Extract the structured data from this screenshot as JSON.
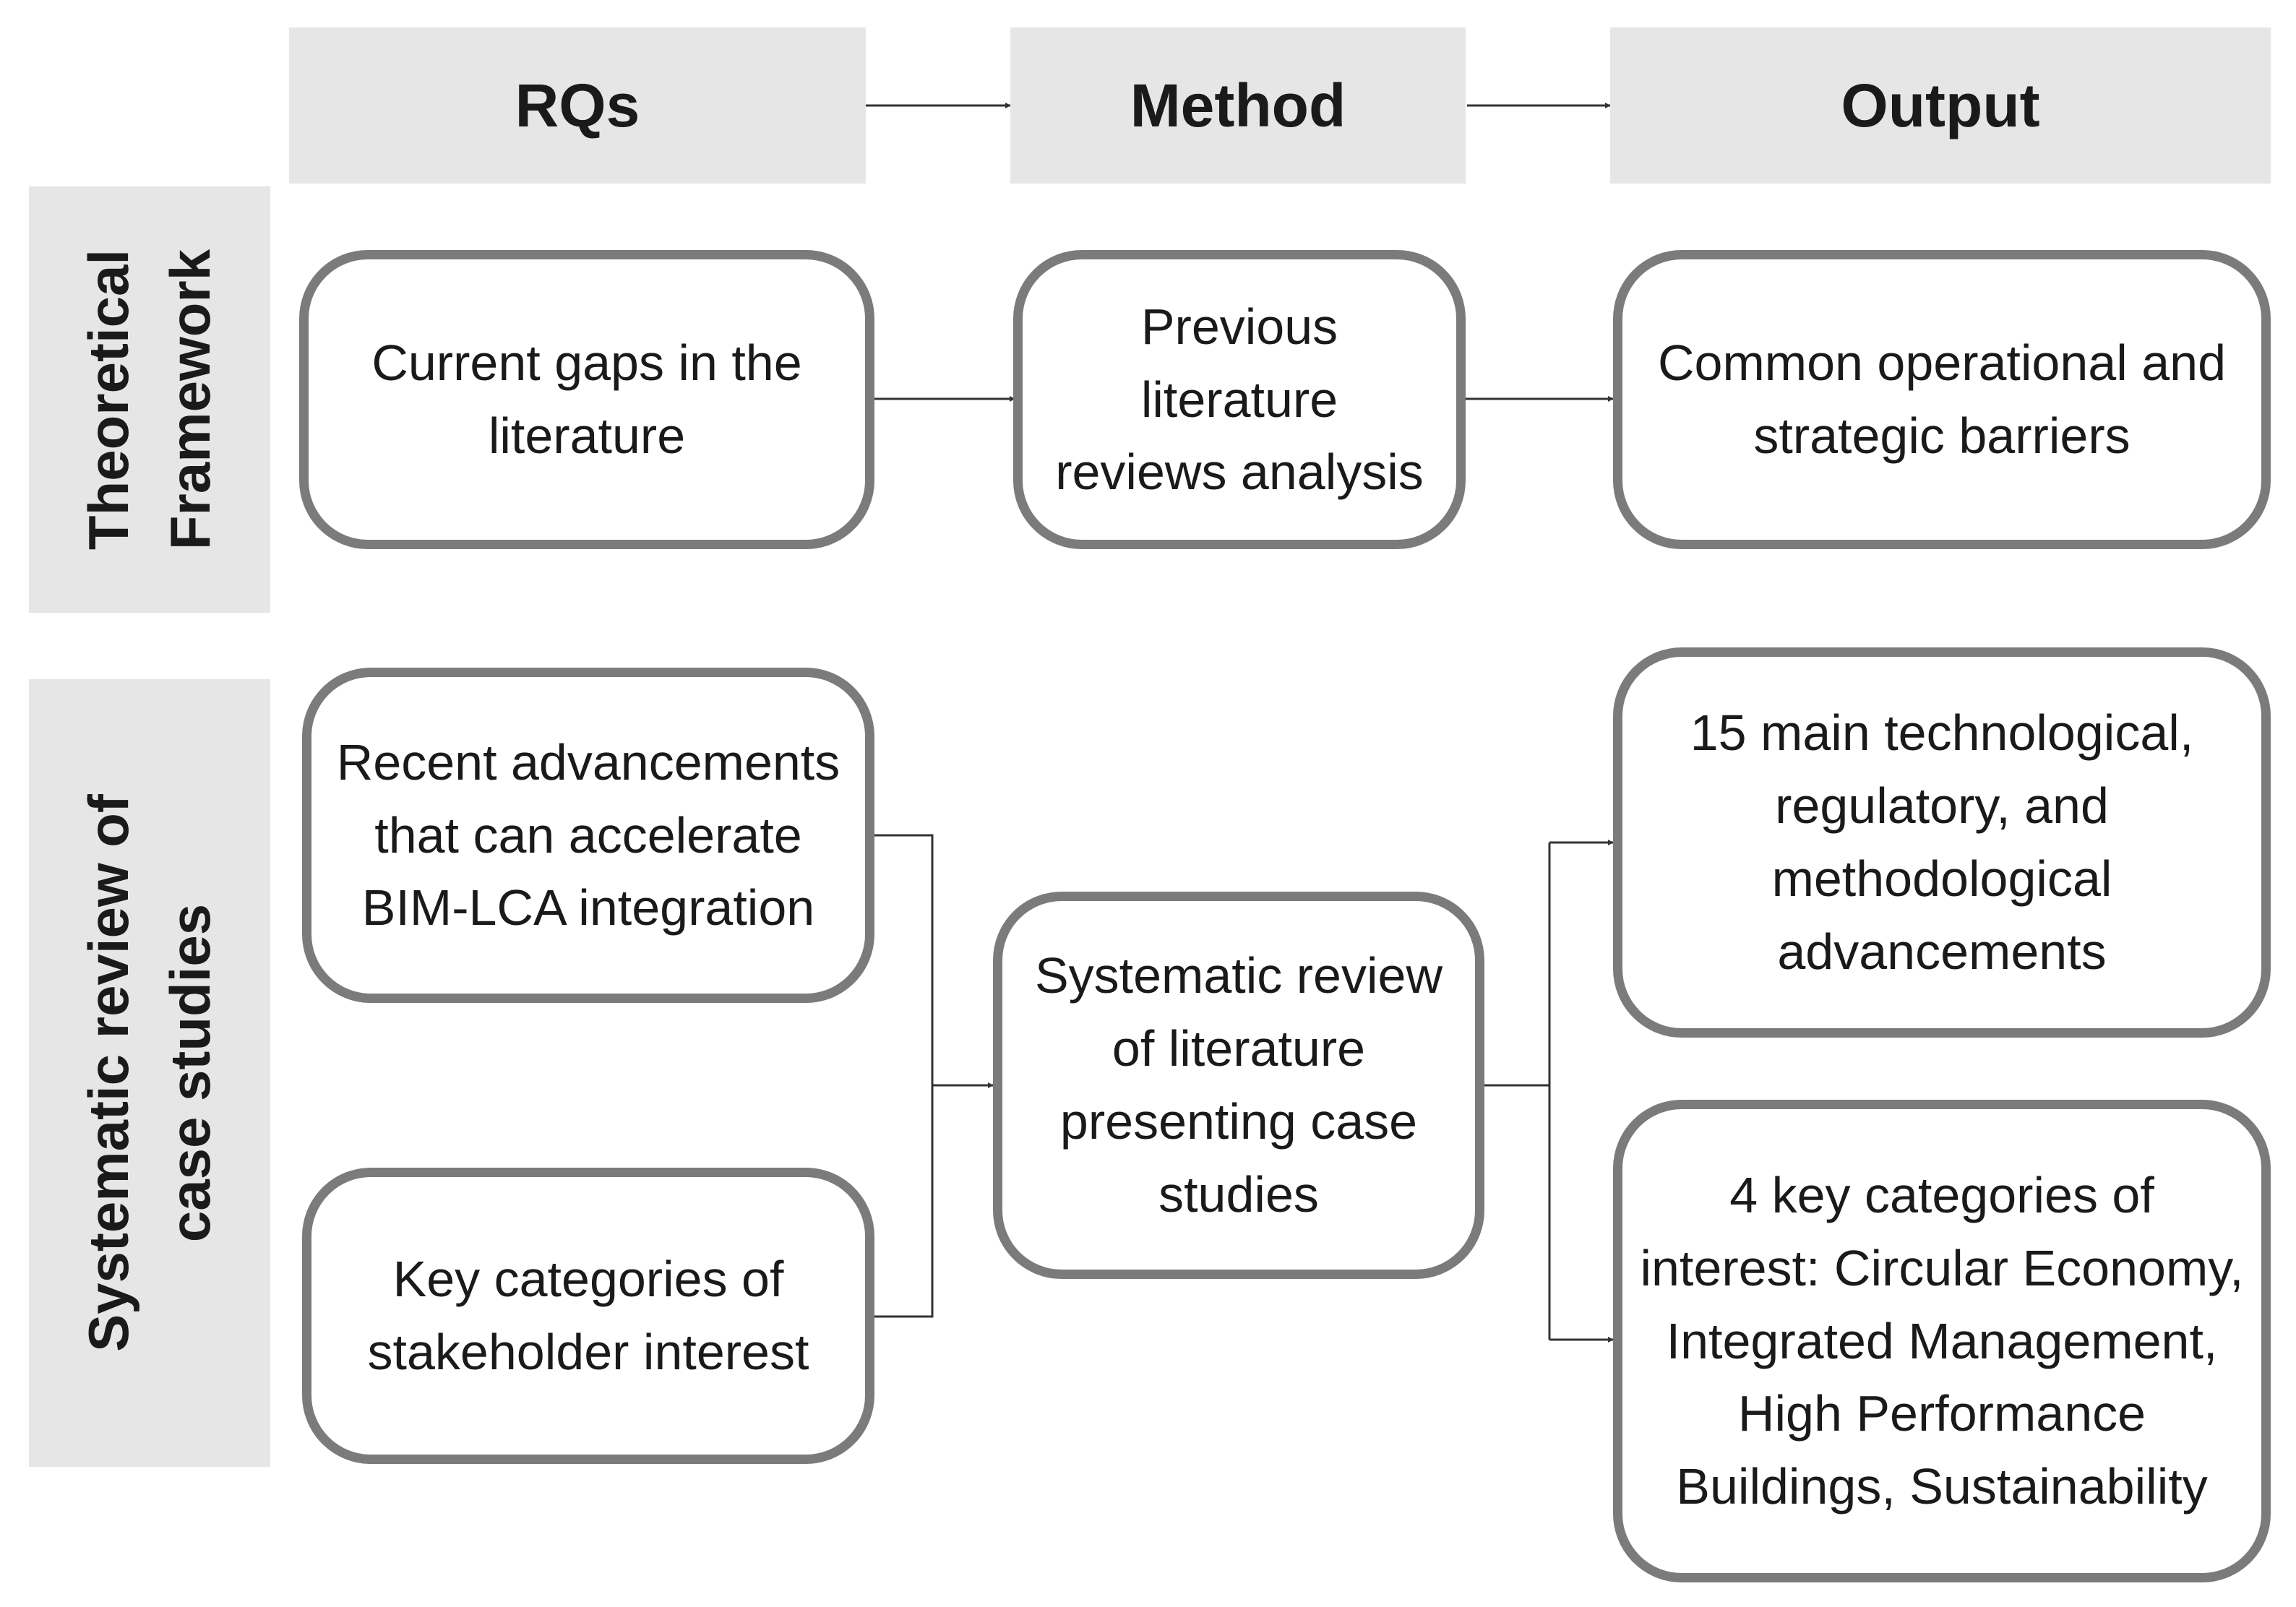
{
  "headers": {
    "rqs": "RQs",
    "method": "Method",
    "output": "Output"
  },
  "rows": {
    "theoretical": {
      "line1": "Theoretical",
      "line2": "Framework"
    },
    "systematic": {
      "line1": "Systematic review of",
      "line2": "case studies"
    }
  },
  "nodes": {
    "gaps": "Current gaps in the literature",
    "previous": "Previous literature reviews analysis",
    "barriers": "Common operational and strategic barriers",
    "advancements": "Recent advancements that can accelerate BIM-LCA integration",
    "key_categories": "Key categories of stakeholder interest",
    "systematic_review": "Systematic review of literature presenting case studies",
    "fifteen": "15 main technological, regulatory, and methodological advancements",
    "four": "4 key categories of interest: Circular Economy, Integrated Management, High Performance Buildings, Sustainability"
  },
  "colors": {
    "header_fill": "#e6e6e6",
    "box_border": "#7b7b7b",
    "connector": "#333333"
  }
}
